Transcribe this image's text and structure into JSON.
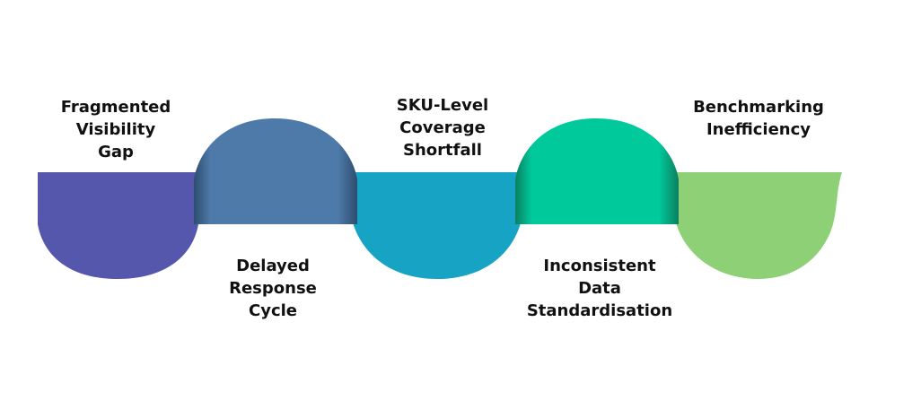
{
  "stages": [
    {
      "id": "fragmented-visibility-gap",
      "lines": [
        "Fragmented",
        "Visibility",
        "Gap"
      ],
      "color": "#5557ad",
      "position": "top"
    },
    {
      "id": "delayed-response-cycle",
      "lines": [
        "Delayed",
        "Response",
        "Cycle"
      ],
      "color": "#4e7aa9",
      "position": "bottom"
    },
    {
      "id": "sku-level-coverage-shortfall",
      "lines": [
        "SKU-Level",
        "Coverage",
        "Shortfall"
      ],
      "color": "#17a3c4",
      "position": "top"
    },
    {
      "id": "inconsistent-data-standardisation",
      "lines": [
        "Inconsistent",
        "Data",
        "Standardisation"
      ],
      "color": "#00c99b",
      "position": "bottom"
    },
    {
      "id": "benchmarking-inefficiency",
      "lines": [
        "Benchmarking",
        "Inefficiency"
      ],
      "color": "#8dd076",
      "position": "top"
    }
  ]
}
